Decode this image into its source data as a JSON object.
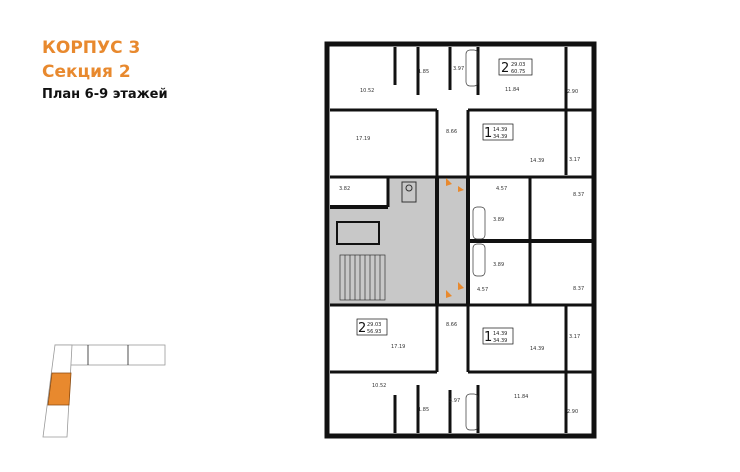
{
  "header": {
    "building": "КОРПУС 3",
    "section": "Секция 2",
    "plan": "План 6-9 этажей"
  },
  "colors": {
    "accent": "#e8892e",
    "wall": "#111111",
    "common_area": "#c8c8c8"
  },
  "apartments": [
    {
      "rooms": "2",
      "living_area": "29.03",
      "total_area": "60.75"
    },
    {
      "rooms": "1",
      "living_area": "14.39",
      "total_area": "34.39"
    },
    {
      "rooms": "2",
      "living_area": "29.03",
      "total_area": "56.93"
    },
    {
      "rooms": "1",
      "living_area": "14.39",
      "total_area": "34.39"
    }
  ],
  "rooms": {
    "top": {
      "r1": "10.52",
      "r2": "1.85",
      "r3": "3.97",
      "r4": "11.84",
      "r5": "2.90",
      "r6": "17.19",
      "r7": "8.66",
      "r8": "14.39",
      "r9": "3.17"
    },
    "middle": {
      "r1": "3.82",
      "r2": "4.57",
      "r3": "8.37",
      "r4": "3.89",
      "r5": "3.89",
      "r6": "4.57",
      "r7": "8.37"
    },
    "bottom": {
      "r1": "8.66",
      "r2": "17.19",
      "r3": "14.39",
      "r4": "3.17",
      "r5": "10.52",
      "r6": "1.85",
      "r7": "3.97",
      "r8": "11.84",
      "r9": "2.90"
    }
  },
  "icons": [
    "evacuation-arrow-icon",
    "wheelchair-lift-icon",
    "stairs-icon",
    "elevator-icon"
  ]
}
